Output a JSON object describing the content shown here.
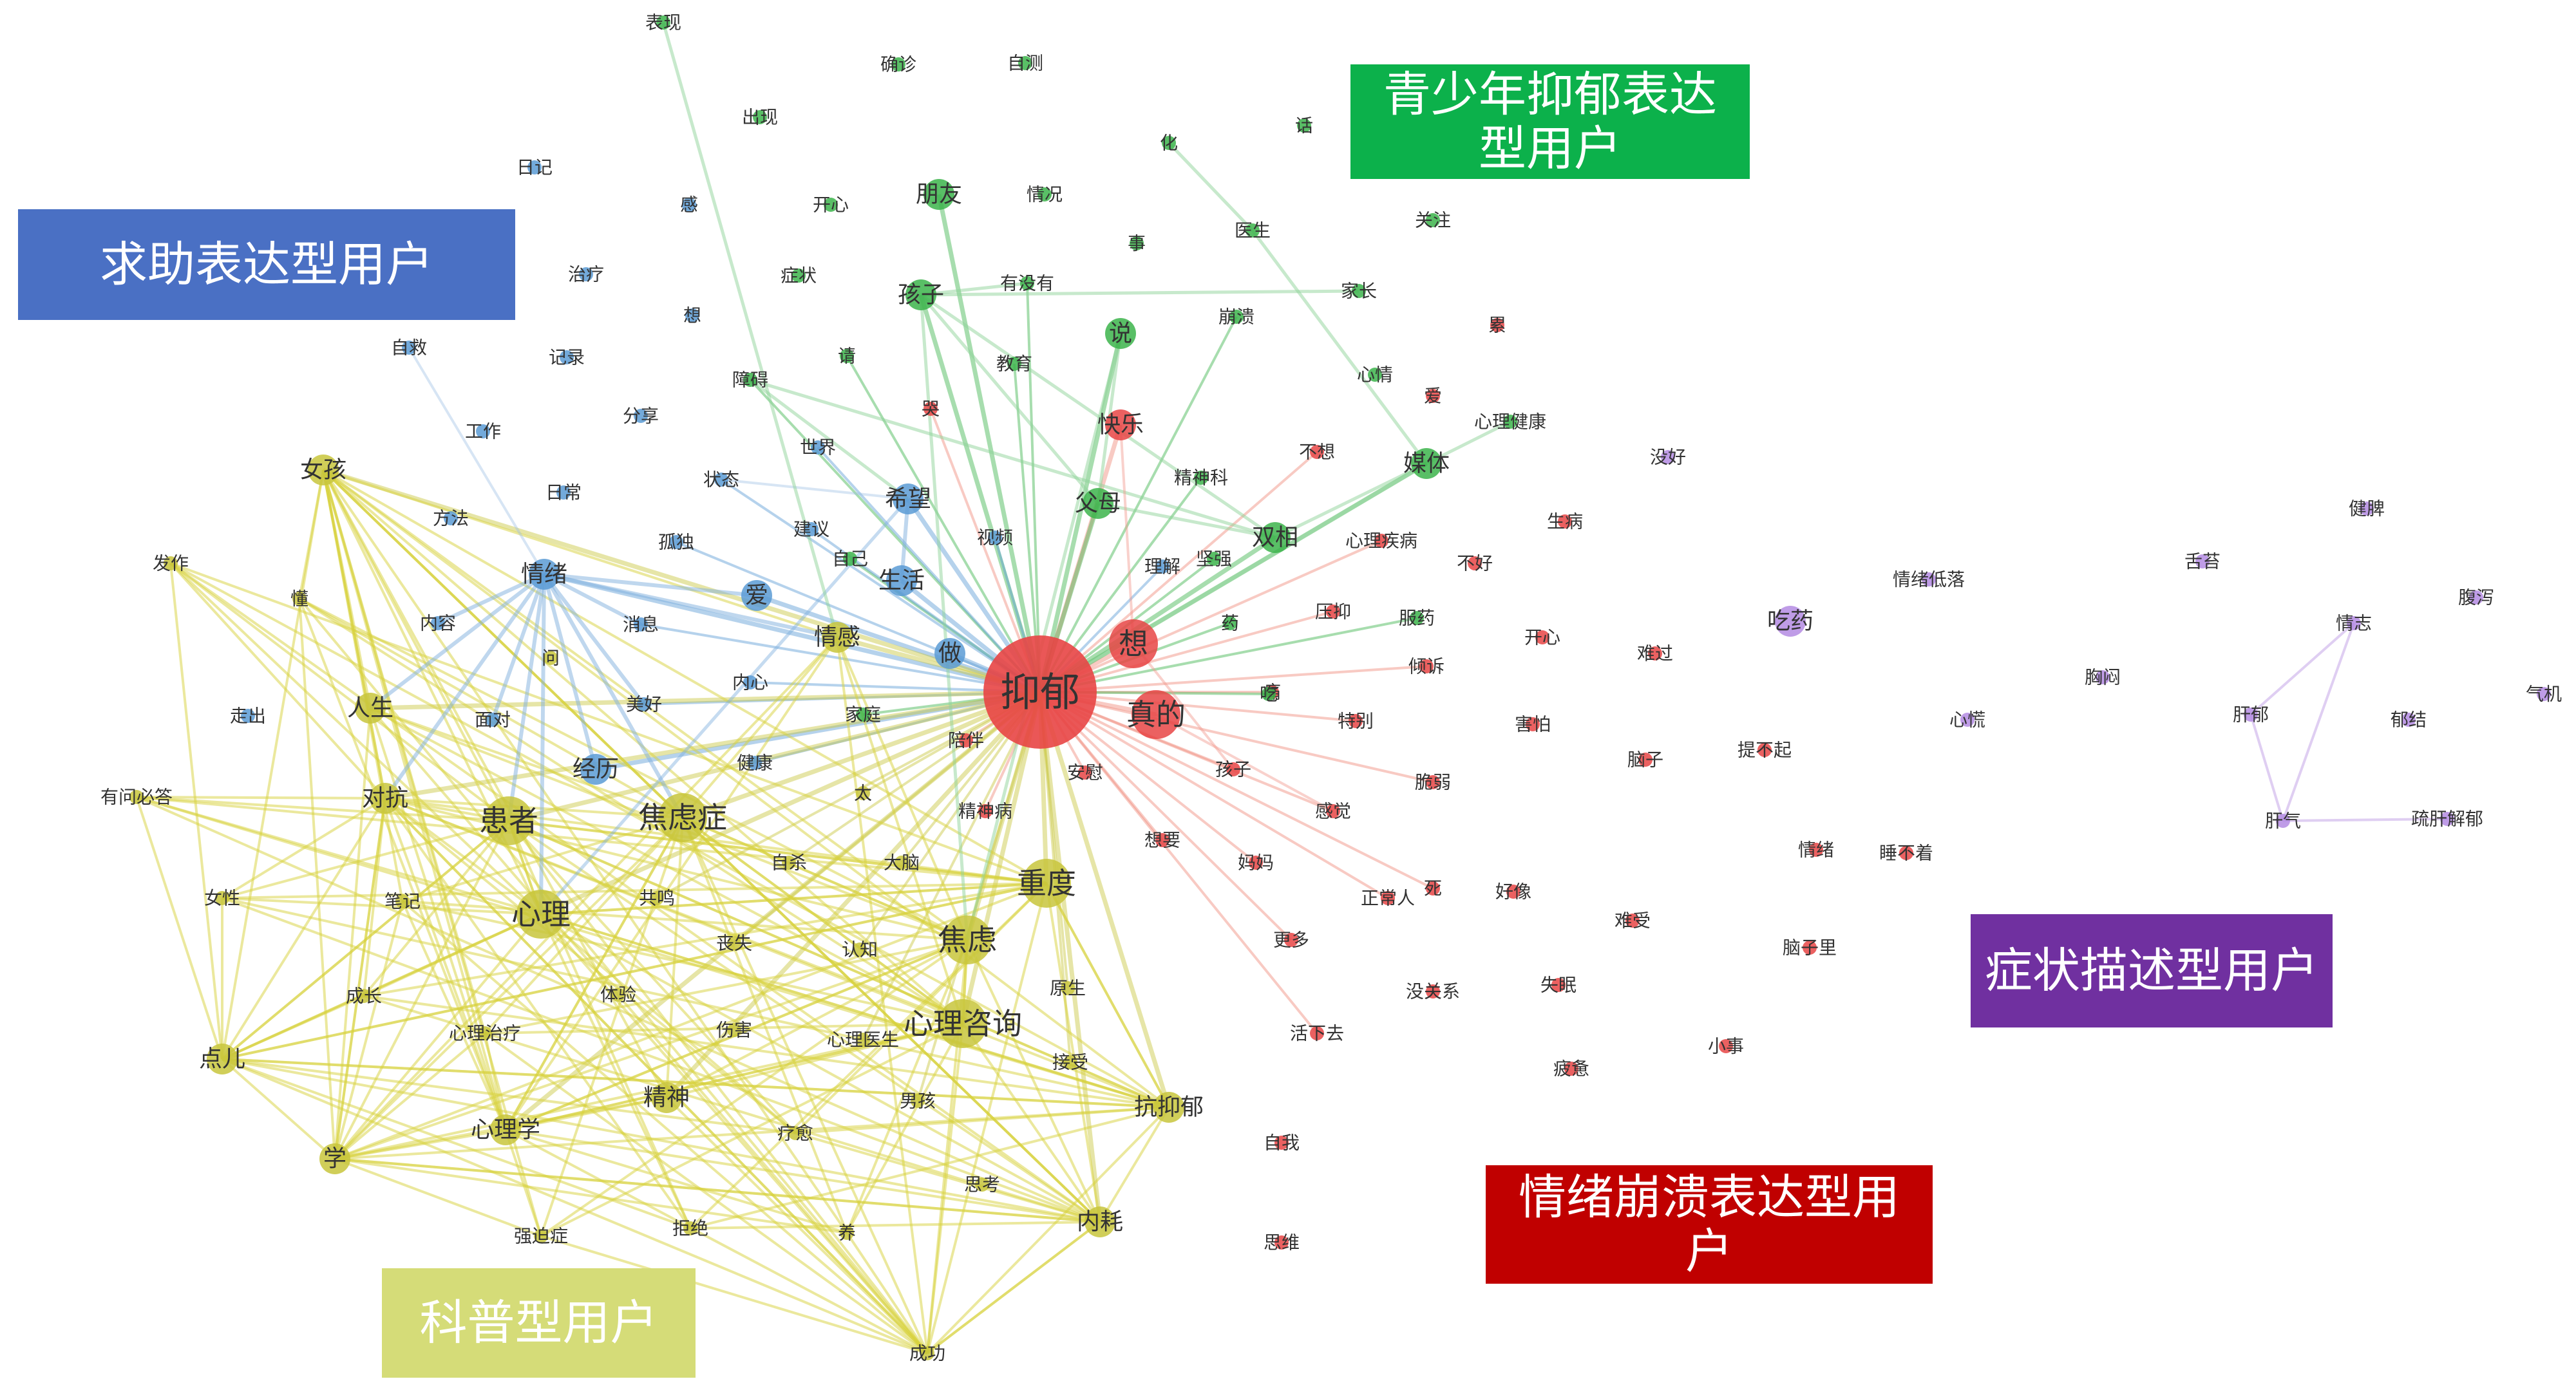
{
  "clusters": [
    {
      "key": "help",
      "label": "求助表达型用户",
      "color": "#4a70c4",
      "node_color": "#5b9bd5"
    },
    {
      "key": "youth",
      "label": "青少年抑郁表达型用户",
      "color": "#0cb14b",
      "node_color": "#3cb44b"
    },
    {
      "key": "symptom",
      "label": "症状描述型用户",
      "color": "#7030a0",
      "node_color": "#b48be3"
    },
    {
      "key": "collapse",
      "label": "情绪崩溃表达型用户",
      "color": "#c00000",
      "node_color": "#e84545"
    },
    {
      "key": "science",
      "label": "科普型用户",
      "color": "#d5dc78",
      "node_color": "#c8c53c"
    }
  ],
  "nodes": [
    {
      "label": "抑郁",
      "cluster": "collapse",
      "size": 5,
      "hub": true
    },
    {
      "label": "想",
      "cluster": "collapse",
      "size": 3
    },
    {
      "label": "真的",
      "cluster": "collapse",
      "size": 3
    },
    {
      "label": "快乐",
      "cluster": "collapse",
      "size": 2
    },
    {
      "label": "不想",
      "cluster": "collapse",
      "size": 1
    },
    {
      "label": "心理疾病",
      "cluster": "collapse",
      "size": 1
    },
    {
      "label": "不好",
      "cluster": "collapse",
      "size": 1
    },
    {
      "label": "压抑",
      "cluster": "collapse",
      "size": 1
    },
    {
      "label": "倾诉",
      "cluster": "collapse",
      "size": 1
    },
    {
      "label": "特别",
      "cluster": "collapse",
      "size": 1
    },
    {
      "label": "孩子",
      "cluster": "collapse",
      "size": 1
    },
    {
      "label": "感觉",
      "cluster": "collapse",
      "size": 1
    },
    {
      "label": "脆弱",
      "cluster": "collapse",
      "size": 1
    },
    {
      "label": "妈妈",
      "cluster": "collapse",
      "size": 1
    },
    {
      "label": "正常人",
      "cluster": "collapse",
      "size": 1
    },
    {
      "label": "更多",
      "cluster": "collapse",
      "size": 1
    },
    {
      "label": "好像",
      "cluster": "collapse",
      "size": 1
    },
    {
      "label": "难受",
      "cluster": "collapse",
      "size": 1
    },
    {
      "label": "没关系",
      "cluster": "collapse",
      "size": 1
    },
    {
      "label": "失眠",
      "cluster": "collapse",
      "size": 1
    },
    {
      "label": "活下去",
      "cluster": "collapse",
      "size": 1
    },
    {
      "label": "疲惫",
      "cluster": "collapse",
      "size": 1
    },
    {
      "label": "小事",
      "cluster": "collapse",
      "size": 1
    },
    {
      "label": "脑子里",
      "cluster": "collapse",
      "size": 1
    },
    {
      "label": "自我",
      "cluster": "collapse",
      "size": 1
    },
    {
      "label": "思维",
      "cluster": "collapse",
      "size": 1
    },
    {
      "label": "生病",
      "cluster": "collapse",
      "size": 1
    },
    {
      "label": "开心",
      "cluster": "collapse",
      "size": 1
    },
    {
      "label": "难过",
      "cluster": "collapse",
      "size": 1
    },
    {
      "label": "提不起",
      "cluster": "collapse",
      "size": 1
    },
    {
      "label": "脑子",
      "cluster": "collapse",
      "size": 1
    },
    {
      "label": "情绪",
      "cluster": "collapse",
      "size": 1
    },
    {
      "label": "害怕",
      "cluster": "collapse",
      "size": 1
    },
    {
      "label": "累",
      "cluster": "collapse",
      "size": 1
    },
    {
      "label": "睡不着",
      "cluster": "collapse",
      "size": 1
    },
    {
      "label": "安慰",
      "cluster": "collapse",
      "size": 1
    },
    {
      "label": "想要",
      "cluster": "collapse",
      "size": 1
    },
    {
      "label": "陪伴",
      "cluster": "collapse",
      "size": 1
    },
    {
      "label": "精神病",
      "cluster": "collapse",
      "size": 1
    },
    {
      "label": "痛",
      "cluster": "collapse",
      "size": 1
    },
    {
      "label": "哭",
      "cluster": "collapse",
      "size": 1
    },
    {
      "label": "死",
      "cluster": "collapse",
      "size": 1
    },
    {
      "label": "爱",
      "cluster": "collapse",
      "size": 1
    },
    {
      "label": "表现",
      "cluster": "youth",
      "size": 1
    },
    {
      "label": "确诊",
      "cluster": "youth",
      "size": 1
    },
    {
      "label": "自测",
      "cluster": "youth",
      "size": 1
    },
    {
      "label": "出现",
      "cluster": "youth",
      "size": 1
    },
    {
      "label": "化",
      "cluster": "youth",
      "size": 1
    },
    {
      "label": "话",
      "cluster": "youth",
      "size": 1
    },
    {
      "label": "开心",
      "cluster": "youth",
      "size": 1
    },
    {
      "label": "朋友",
      "cluster": "youth",
      "size": 2
    },
    {
      "label": "情况",
      "cluster": "youth",
      "size": 1
    },
    {
      "label": "事",
      "cluster": "youth",
      "size": 1
    },
    {
      "label": "医生",
      "cluster": "youth",
      "size": 1
    },
    {
      "label": "关注",
      "cluster": "youth",
      "size": 1
    },
    {
      "label": "症状",
      "cluster": "youth",
      "size": 1
    },
    {
      "label": "有没有",
      "cluster": "youth",
      "size": 1
    },
    {
      "label": "家长",
      "cluster": "youth",
      "size": 1
    },
    {
      "label": "孩子",
      "cluster": "youth",
      "size": 2
    },
    {
      "label": "崩溃",
      "cluster": "youth",
      "size": 1
    },
    {
      "label": "说",
      "cluster": "youth",
      "size": 2
    },
    {
      "label": "请",
      "cluster": "youth",
      "size": 1
    },
    {
      "label": "教育",
      "cluster": "youth",
      "size": 1
    },
    {
      "label": "障碍",
      "cluster": "youth",
      "size": 1
    },
    {
      "label": "心情",
      "cluster": "youth",
      "size": 1
    },
    {
      "label": "心理健康",
      "cluster": "youth",
      "size": 1
    },
    {
      "label": "媒体",
      "cluster": "youth",
      "size": 2
    },
    {
      "label": "父母",
      "cluster": "youth",
      "size": 2
    },
    {
      "label": "精神科",
      "cluster": "youth",
      "size": 1
    },
    {
      "label": "双相",
      "cluster": "youth",
      "size": 2
    },
    {
      "label": "坚强",
      "cluster": "youth",
      "size": 1
    },
    {
      "label": "自己",
      "cluster": "youth",
      "size": 1
    },
    {
      "label": "家庭",
      "cluster": "youth",
      "size": 1
    },
    {
      "label": "药",
      "cluster": "youth",
      "size": 1
    },
    {
      "label": "吃",
      "cluster": "youth",
      "size": 1
    },
    {
      "label": "服药",
      "cluster": "youth",
      "size": 1
    },
    {
      "label": "日记",
      "cluster": "help",
      "size": 1
    },
    {
      "label": "感",
      "cluster": "help",
      "size": 1
    },
    {
      "label": "治疗",
      "cluster": "help",
      "size": 1
    },
    {
      "label": "想",
      "cluster": "help",
      "size": 1
    },
    {
      "label": "自救",
      "cluster": "help",
      "size": 1
    },
    {
      "label": "记录",
      "cluster": "help",
      "size": 1
    },
    {
      "label": "分享",
      "cluster": "help",
      "size": 1
    },
    {
      "label": "工作",
      "cluster": "help",
      "size": 1
    },
    {
      "label": "世界",
      "cluster": "help",
      "size": 1
    },
    {
      "label": "状态",
      "cluster": "help",
      "size": 1
    },
    {
      "label": "希望",
      "cluster": "help",
      "size": 2
    },
    {
      "label": "视频",
      "cluster": "help",
      "size": 1
    },
    {
      "label": "方法",
      "cluster": "help",
      "size": 1
    },
    {
      "label": "孤独",
      "cluster": "help",
      "size": 1
    },
    {
      "label": "建议",
      "cluster": "help",
      "size": 1
    },
    {
      "label": "生活",
      "cluster": "help",
      "size": 2
    },
    {
      "label": "理解",
      "cluster": "help",
      "size": 1
    },
    {
      "label": "情绪",
      "cluster": "help",
      "size": 2
    },
    {
      "label": "爱",
      "cluster": "help",
      "size": 2
    },
    {
      "label": "内容",
      "cluster": "help",
      "size": 1
    },
    {
      "label": "消息",
      "cluster": "help",
      "size": 1
    },
    {
      "label": "做",
      "cluster": "help",
      "size": 2
    },
    {
      "label": "内心",
      "cluster": "help",
      "size": 1
    },
    {
      "label": "美好",
      "cluster": "help",
      "size": 1
    },
    {
      "label": "走出",
      "cluster": "help",
      "size": 1
    },
    {
      "label": "面对",
      "cluster": "help",
      "size": 1
    },
    {
      "label": "经历",
      "cluster": "help",
      "size": 2
    },
    {
      "label": "健康",
      "cluster": "help",
      "size": 1
    },
    {
      "label": "日常",
      "cluster": "help",
      "size": 1
    },
    {
      "label": "女孩",
      "cluster": "science",
      "size": 2
    },
    {
      "label": "发作",
      "cluster": "science",
      "size": 1
    },
    {
      "label": "懂",
      "cluster": "science",
      "size": 1
    },
    {
      "label": "问",
      "cluster": "science",
      "size": 1
    },
    {
      "label": "人生",
      "cluster": "science",
      "size": 2
    },
    {
      "label": "有问必答",
      "cluster": "science",
      "size": 1
    },
    {
      "label": "对抗",
      "cluster": "science",
      "size": 2
    },
    {
      "label": "患者",
      "cluster": "science",
      "size": 3
    },
    {
      "label": "焦虑症",
      "cluster": "science",
      "size": 3
    },
    {
      "label": "情感",
      "cluster": "science",
      "size": 2
    },
    {
      "label": "心理",
      "cluster": "science",
      "size": 3
    },
    {
      "label": "焦虑",
      "cluster": "science",
      "size": 3
    },
    {
      "label": "重度",
      "cluster": "science",
      "size": 3
    },
    {
      "label": "心理咨询",
      "cluster": "science",
      "size": 3
    },
    {
      "label": "女性",
      "cluster": "science",
      "size": 1
    },
    {
      "label": "笔记",
      "cluster": "science",
      "size": 1
    },
    {
      "label": "成长",
      "cluster": "science",
      "size": 1
    },
    {
      "label": "心理治疗",
      "cluster": "science",
      "size": 1
    },
    {
      "label": "点儿",
      "cluster": "science",
      "size": 2
    },
    {
      "label": "心理学",
      "cluster": "science",
      "size": 2
    },
    {
      "label": "学",
      "cluster": "science",
      "size": 2
    },
    {
      "label": "精神",
      "cluster": "science",
      "size": 2
    },
    {
      "label": "疗愈",
      "cluster": "science",
      "size": 1
    },
    {
      "label": "抗抑郁",
      "cluster": "science",
      "size": 2
    },
    {
      "label": "内耗",
      "cluster": "science",
      "size": 2
    },
    {
      "label": "强迫症",
      "cluster": "science",
      "size": 1
    },
    {
      "label": "拒绝",
      "cluster": "science",
      "size": 1
    },
    {
      "label": "养",
      "cluster": "science",
      "size": 1
    },
    {
      "label": "成功",
      "cluster": "science",
      "size": 1
    },
    {
      "label": "自杀",
      "cluster": "science",
      "size": 1
    },
    {
      "label": "大脑",
      "cluster": "science",
      "size": 1
    },
    {
      "label": "共鸣",
      "cluster": "science",
      "size": 1
    },
    {
      "label": "丧失",
      "cluster": "science",
      "size": 1
    },
    {
      "label": "认知",
      "cluster": "science",
      "size": 1
    },
    {
      "label": "体验",
      "cluster": "science",
      "size": 1
    },
    {
      "label": "伤害",
      "cluster": "science",
      "size": 1
    },
    {
      "label": "心理医生",
      "cluster": "science",
      "size": 1
    },
    {
      "label": "男孩",
      "cluster": "science",
      "size": 1
    },
    {
      "label": "原生",
      "cluster": "science",
      "size": 1
    },
    {
      "label": "太",
      "cluster": "science",
      "size": 1
    },
    {
      "label": "接受",
      "cluster": "science",
      "size": 1
    },
    {
      "label": "思考",
      "cluster": "science",
      "size": 1
    },
    {
      "label": "情绪低落",
      "cluster": "symptom",
      "size": 1
    },
    {
      "label": "吃药",
      "cluster": "symptom",
      "size": 2
    },
    {
      "label": "没好",
      "cluster": "symptom",
      "size": 1
    },
    {
      "label": "健脾",
      "cluster": "symptom",
      "size": 1
    },
    {
      "label": "舌苔",
      "cluster": "symptom",
      "size": 1
    },
    {
      "label": "腹泻",
      "cluster": "symptom",
      "size": 1
    },
    {
      "label": "情志",
      "cluster": "symptom",
      "size": 1
    },
    {
      "label": "胸闷",
      "cluster": "symptom",
      "size": 1
    },
    {
      "label": "心慌",
      "cluster": "symptom",
      "size": 1
    },
    {
      "label": "肝郁",
      "cluster": "symptom",
      "size": 1
    },
    {
      "label": "郁结",
      "cluster": "symptom",
      "size": 1
    },
    {
      "label": "气机",
      "cluster": "symptom",
      "size": 1
    },
    {
      "label": "肝气",
      "cluster": "symptom",
      "size": 1
    },
    {
      "label": "疏肝解郁",
      "cluster": "symptom",
      "size": 1
    }
  ]
}
